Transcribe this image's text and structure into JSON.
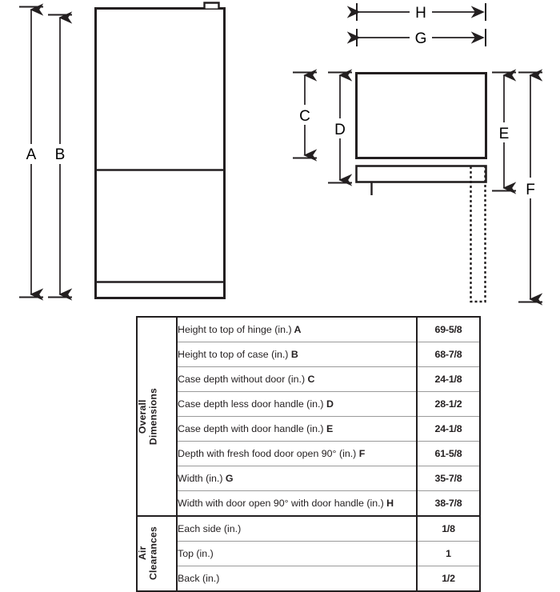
{
  "diagram": {
    "title": "Refrigerator dimension diagram",
    "front_view": {
      "name": "front-elevation-view",
      "features": [
        "cabinet-outline",
        "hinge-cap",
        "door-divider-line",
        "kickplate-line"
      ],
      "dimension_labels": [
        "A",
        "B"
      ]
    },
    "top_view": {
      "name": "top-plan-view",
      "features": [
        "case-outline",
        "door-bar",
        "door-handle-tick",
        "open-door-dashed-outline"
      ],
      "dimension_labels": [
        "C",
        "D",
        "E",
        "F",
        "G",
        "H"
      ]
    },
    "letters": {
      "A": "A",
      "B": "B",
      "C": "C",
      "D": "D",
      "E": "E",
      "F": "F",
      "G": "G",
      "H": "H"
    }
  },
  "table": {
    "groups": [
      {
        "name": "overall-dimensions",
        "label": "Overall\nDimensions",
        "rows": [
          {
            "label": "Height to top of hinge (in.)",
            "letter": "A",
            "value": "69-5/8"
          },
          {
            "label": "Height to top of case (in.)",
            "letter": "B",
            "value": "68-7/8"
          },
          {
            "label": "Case depth without door (in.)",
            "letter": "C",
            "value": "24-1/8"
          },
          {
            "label": "Case depth less door handle (in.)",
            "letter": "D",
            "value": "28-1/2"
          },
          {
            "label": "Case depth with door handle (in.)",
            "letter": "E",
            "value": "24-1/8"
          },
          {
            "label": "Depth with fresh food door open 90° (in.)",
            "letter": "F",
            "value": "61-5/8"
          },
          {
            "label": "Width (in.)",
            "letter": "G",
            "value": "35-7/8"
          },
          {
            "label": "Width with door open 90° with door handle (in.)",
            "letter": "H",
            "value": "38-7/8"
          }
        ]
      },
      {
        "name": "air-clearances",
        "label": "Air\nClearances",
        "rows": [
          {
            "label": "Each side (in.)",
            "letter": "",
            "value": "1/8"
          },
          {
            "label": "Top (in.)",
            "letter": "",
            "value": "1"
          },
          {
            "label": "Back (in.)",
            "letter": "",
            "value": "1/2"
          }
        ]
      }
    ]
  },
  "colors": {
    "line": "#231f20",
    "rule": "#9a9a9a",
    "background": "#ffffff"
  }
}
